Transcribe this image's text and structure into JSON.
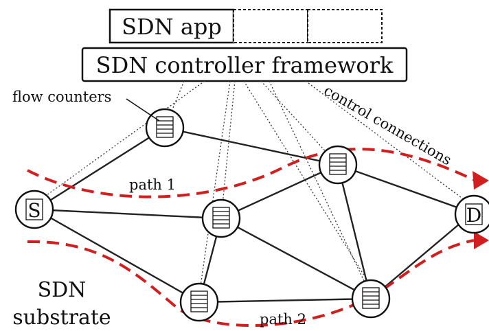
{
  "header": {
    "sdn_app_label": "SDN app",
    "controller_label": "SDN controller framework"
  },
  "annotations": {
    "flow_counters": "flow counters",
    "control_connections": "control connections",
    "path1": "path 1",
    "path2": "path 2",
    "substrate_line1": "SDN",
    "substrate_line2": "substrate"
  },
  "nodes": {
    "source_label": "S",
    "dest_label": "D"
  },
  "colors": {
    "path_red": "#d11f1f",
    "ink": "#111111"
  }
}
